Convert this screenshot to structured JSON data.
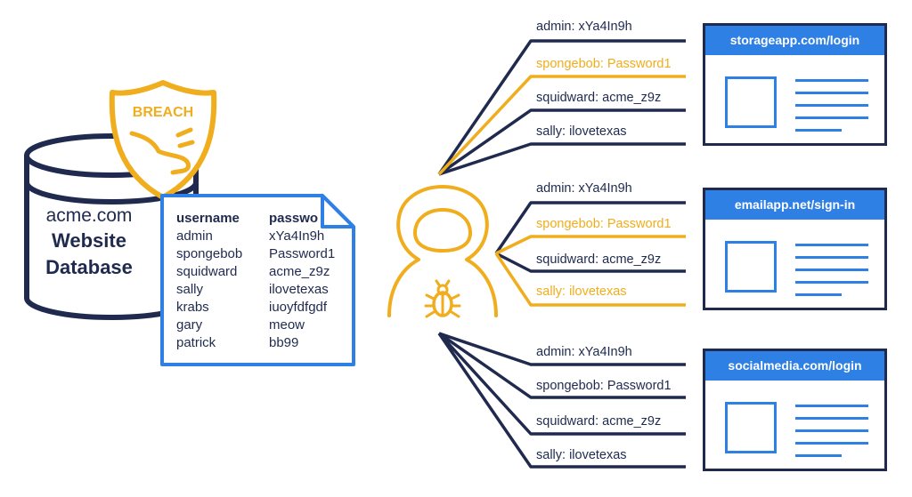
{
  "database": {
    "line1": "acme.com",
    "line2": "Website",
    "line3": "Database",
    "breach_label": "BREACH"
  },
  "leaked_file": {
    "username_header": "username",
    "password_header": "passwo",
    "rows": [
      {
        "username": "admin",
        "password": "xYa4In9h"
      },
      {
        "username": "spongebob",
        "password": "Password1"
      },
      {
        "username": "squidward",
        "password": "acme_z9z"
      },
      {
        "username": "sally",
        "password": "ilovetexas"
      },
      {
        "username": "krabs",
        "password": "iuoyfdfgdf"
      },
      {
        "username": "gary",
        "password": "meow"
      },
      {
        "username": "patrick",
        "password": "bb99"
      }
    ]
  },
  "sites": [
    {
      "url": "storageapp.com/login",
      "credentials": [
        {
          "text": "admin: xYa4In9h",
          "highlight": false
        },
        {
          "text": "spongebob: Password1",
          "highlight": true
        },
        {
          "text": "squidward: acme_z9z",
          "highlight": false
        },
        {
          "text": "sally: ilovetexas",
          "highlight": false
        }
      ]
    },
    {
      "url": "emailapp.net/sign-in",
      "credentials": [
        {
          "text": "admin: xYa4In9h",
          "highlight": false
        },
        {
          "text": "spongebob: Password1",
          "highlight": true
        },
        {
          "text": "squidward: acme_z9z",
          "highlight": false
        },
        {
          "text": "sally: ilovetexas",
          "highlight": true
        }
      ]
    },
    {
      "url": "socialmedia.com/login",
      "credentials": [
        {
          "text": "admin: xYa4In9h",
          "highlight": false
        },
        {
          "text": "spongebob: Password1",
          "highlight": false
        },
        {
          "text": "squidward: acme_z9z",
          "highlight": false
        },
        {
          "text": "sally: ilovetexas",
          "highlight": false
        }
      ]
    }
  ],
  "colors": {
    "navy": "#1f2a4e",
    "gold": "#f0ad1e",
    "blue": "#2f80e4"
  },
  "icons": [
    "database-icon",
    "breach-shield-icon",
    "document-icon",
    "hacker-icon",
    "bug-icon",
    "browser-window-icon"
  ]
}
